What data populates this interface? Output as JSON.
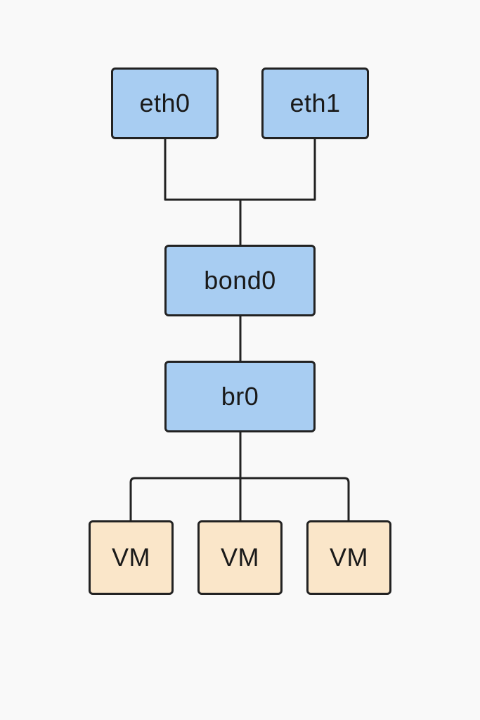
{
  "nodes": {
    "eth0": "eth0",
    "eth1": "eth1",
    "bond0": "bond0",
    "br0": "br0",
    "vms": [
      "VM",
      "VM",
      "VM"
    ]
  },
  "edges": [
    [
      "eth0",
      "bond0"
    ],
    [
      "eth1",
      "bond0"
    ],
    [
      "bond0",
      "br0"
    ],
    [
      "br0",
      "vm1"
    ],
    [
      "br0",
      "vm2"
    ],
    [
      "br0",
      "vm3"
    ]
  ],
  "colors": {
    "interface_fill": "#a8cdf2",
    "vm_fill": "#fae6c9",
    "stroke": "#222222",
    "background": "#f9f9f9"
  }
}
